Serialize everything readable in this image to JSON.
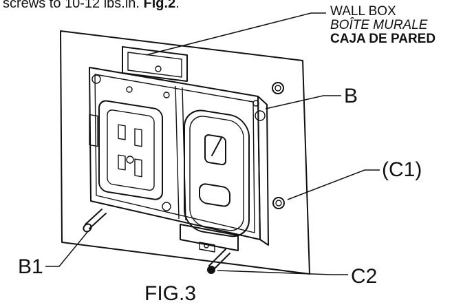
{
  "instruction_fragment": {
    "text": "screws to 10-12 lbs.in. ",
    "ref": "Fig.2",
    "end": "."
  },
  "labels": {
    "wall_box_en": "WALL BOX",
    "wall_box_fr": "BOÎTE MURALE",
    "wall_box_es": "CAJA DE PARED",
    "b": "B",
    "c1": "(C1)",
    "b1": "B1",
    "c2": "C2",
    "figure": "FIG.3"
  },
  "icons": {
    "wall_plate": "wall-plate",
    "wall_box": "wall-box",
    "bracket": "mounting-bracket",
    "outlet": "duplex-outlet",
    "switch": "switch-module",
    "screw": "screw"
  }
}
